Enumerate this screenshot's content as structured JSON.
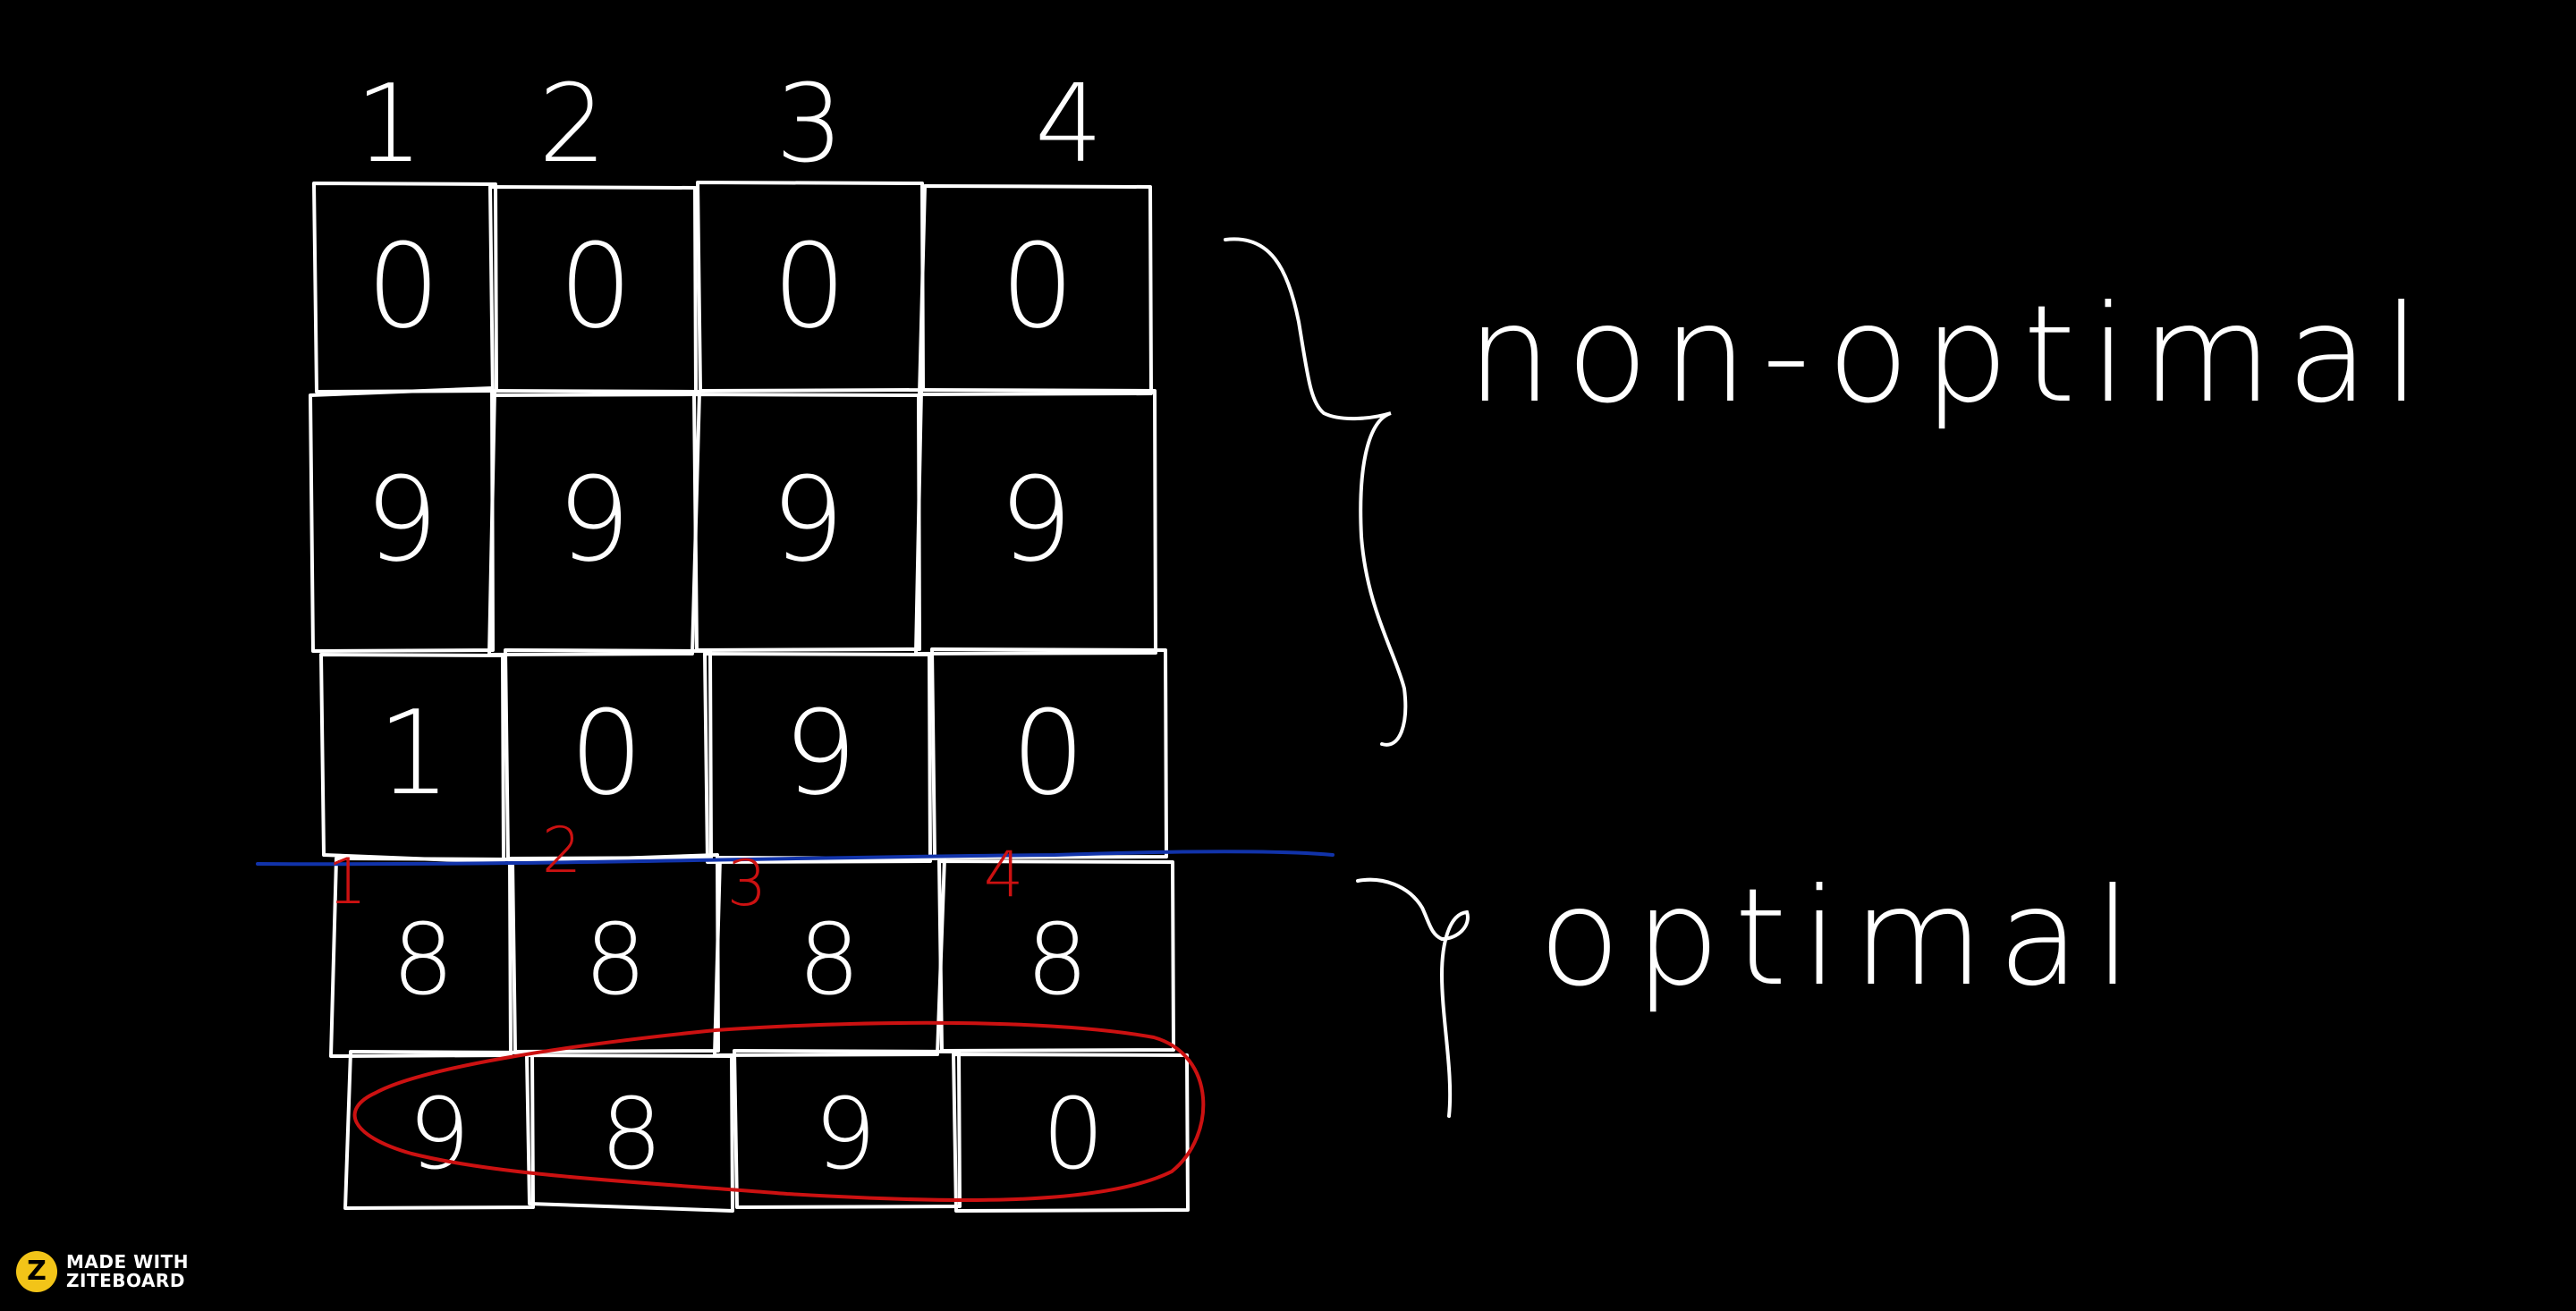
{
  "colors": {
    "background": "#000000",
    "ink": "#ffffff",
    "annotation_red": "#cc1111",
    "divider_blue": "#1133aa",
    "badge_yellow": "#f2c418"
  },
  "column_headers": [
    "1",
    "2",
    "3",
    "4"
  ],
  "grid": {
    "rows": [
      [
        "0",
        "0",
        "0",
        "0"
      ],
      [
        "9",
        "9",
        "9",
        "9"
      ],
      [
        "1",
        "0",
        "9",
        "0"
      ],
      [
        "8",
        "8",
        "8",
        "8"
      ],
      [
        "9",
        "8",
        "9",
        "0"
      ]
    ]
  },
  "red_column_numbers": [
    "1",
    "2",
    "3",
    "4"
  ],
  "labels": {
    "non_optimal": "non-optimal",
    "optimal": "optimal"
  },
  "footer": {
    "logo_letter": "Z",
    "line1": "MADE WITH",
    "line2": "ZITEBOARD"
  }
}
